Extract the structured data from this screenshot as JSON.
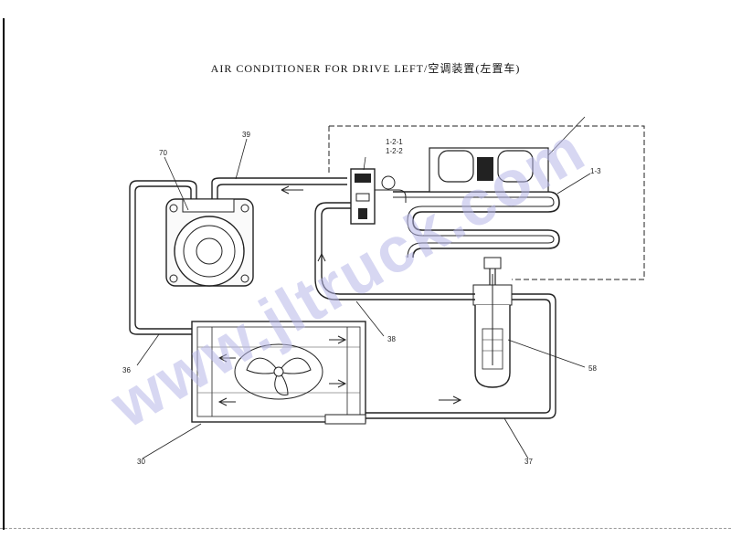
{
  "title": "AIR CONDITIONER FOR DRIVE LEFT/空调装置(左置车)",
  "watermark": "www.jltruck.com",
  "labels": {
    "l70": "70",
    "l39": "39",
    "l121": "1-2-1",
    "l122": "1-2-2",
    "l13": "1-3",
    "l36": "36",
    "l38": "38",
    "l58": "58",
    "l30": "30",
    "l37": "37"
  },
  "colors": {
    "line": "#1a1a1a",
    "watermark": "#b7b7e8",
    "watermark_accent": "#e8a6b8"
  }
}
